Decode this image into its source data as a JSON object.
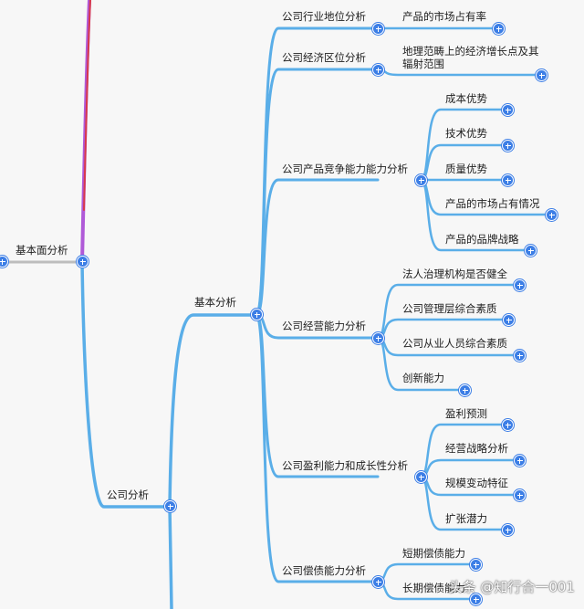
{
  "colors": {
    "branch": "#5aaee8",
    "root_link": "#bdbdbd",
    "accent_top": "#b05ad8",
    "accent_red": "#d8384a",
    "expand": "#3c7ee6"
  },
  "icons": {
    "expand": "plus-circle-icon"
  },
  "nodes": {
    "jiben_mian": "基本面分析",
    "gongsi_fenxi": "公司分析",
    "jiben_fenxi": "基本分析",
    "hangye_diwei": "公司行业地位分析",
    "shichang_zhanyou": "产品的市场占有率",
    "jingji_quwei": "公司经济区位分析",
    "dili_fanchou": "地理范畴上的经济增长点及其辐射范围",
    "chanpin_jingzheng": "公司产品竞争能力能力分析",
    "chengben": "成本优势",
    "jishu": "技术优势",
    "zhiliang": "质量优势",
    "shichang_qingkuang": "产品的市场占有情况",
    "pinpai": "产品的品牌战略",
    "jingying_nengli": "公司经营能力分析",
    "faren_zhili": "法人治理机构是否健全",
    "guanli_ceng": "公司管理层综合素质",
    "congye_renyuan": "公司从业人员综合素质",
    "chuangxin": "创新能力",
    "yingli_chengzhang": "公司盈利能力和成长性分析",
    "yingli_yuce": "盈利预测",
    "jingying_zhanlue": "经营战略分析",
    "guimo_biandong": "规模变动特征",
    "kuozhang": "扩张潜力",
    "changzhai": "公司偿债能力分析",
    "duanqi": "短期偿债能力",
    "changqi": "长期偿债能力"
  },
  "watermark": "头条 @知行合一001"
}
